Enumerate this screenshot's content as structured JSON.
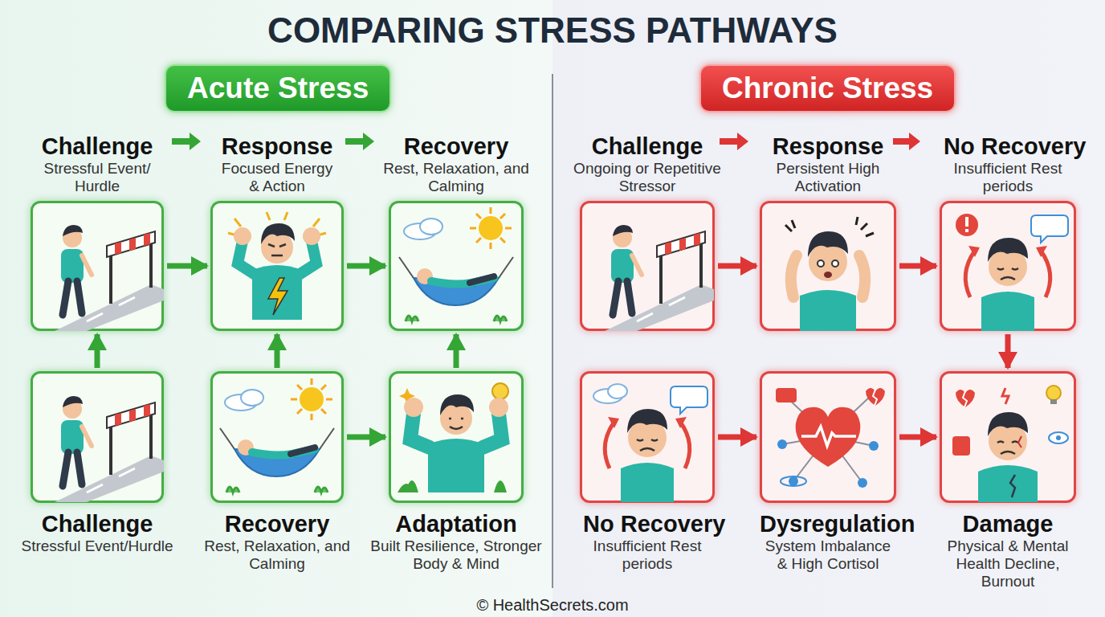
{
  "diagram": {
    "title": "COMPARING STRESS PATHWAYS",
    "caption": "© HealthSecrets.com",
    "nodes": [
      {
        "text": [
          "Acute Stress"
        ]
      },
      {
        "text": [
          "Challenge",
          "Stressful Event/ Hurdle"
        ]
      },
      {
        "text": [
          "Response",
          "Focused Energy & Action"
        ]
      },
      {
        "text": [
          "Recovery",
          "Rest, Relaxation, and Calming"
        ]
      },
      {
        "text": [
          "Challenge",
          "Stressful Event/Hurdle"
        ]
      },
      {
        "text": [
          "Recovery",
          "Rest, Relaxation, and Calming"
        ]
      },
      {
        "text": [
          "Adaptation",
          "Built Resilience, Stronger Body & Mind"
        ]
      },
      {
        "text": [
          "Chronic Stress"
        ]
      },
      {
        "text": [
          "Challenge",
          "Ongoing or Repetitive Stressor"
        ]
      },
      {
        "text": [
          "Response",
          "Persistent High Activation"
        ]
      },
      {
        "text": [
          "No Recovery",
          "Insufficient Rest periods"
        ]
      },
      {
        "text": [
          "No Recovery",
          "Insufficient Rest periods"
        ]
      },
      {
        "text": [
          "Dysregulation",
          "System Imbalance & High Cortisol"
        ]
      },
      {
        "text": [
          "Damage",
          "Physical & Mental Health Decline, Burnout"
        ]
      }
    ],
    "edges": [
      {
        "from": 1,
        "to": 2,
        "arrow": "to"
      },
      {
        "from": 2,
        "to": 3,
        "arrow": "to"
      },
      {
        "from": 4,
        "to": 1,
        "arrow": "to"
      },
      {
        "from": 5,
        "to": 2,
        "arrow": "to"
      },
      {
        "from": 6,
        "to": 3,
        "arrow": "to"
      },
      {
        "from": 5,
        "to": 6,
        "arrow": "to"
      },
      {
        "from": 8,
        "to": 9,
        "arrow": "to"
      },
      {
        "from": 9,
        "to": 10,
        "arrow": "to"
      },
      {
        "from": 10,
        "to": 13,
        "arrow": "to"
      },
      {
        "from": 11,
        "to": 12,
        "arrow": "to"
      },
      {
        "from": 12,
        "to": 13,
        "arrow": "to"
      }
    ]
  }
}
